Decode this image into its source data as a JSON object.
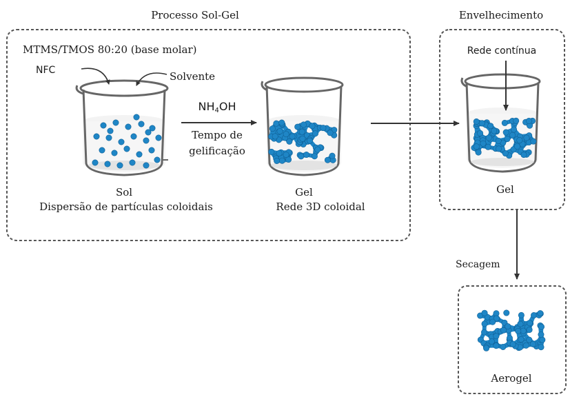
{
  "sections": {
    "sol_gel_title": "Processo Sol-Gel",
    "aging_title": "Envelhecimento"
  },
  "precursor_label": "MTMS/TMOS 80:20 (base molar)",
  "inputs": {
    "nfc": "NFC",
    "solvent": "Solvente"
  },
  "catalyst": {
    "reagent_main": "NH",
    "reagent_sub": "4",
    "reagent_tail": "OH",
    "time_line1": "Tempo de",
    "time_line2": "gelificação"
  },
  "sol": {
    "name": "Sol",
    "description": "Dispersão de partículas coloidais"
  },
  "gel": {
    "name": "Gel",
    "description": "Rede 3D coloidal"
  },
  "aged_gel": {
    "network_label": "Rede contínua",
    "name": "Gel"
  },
  "drying": {
    "step_label": "Secagem",
    "product": "Aerogel"
  },
  "colors": {
    "particle": "#1f86c6",
    "particle_dark": "#0f5f95",
    "frame": "#555555",
    "glass": "#6a6a6a"
  }
}
